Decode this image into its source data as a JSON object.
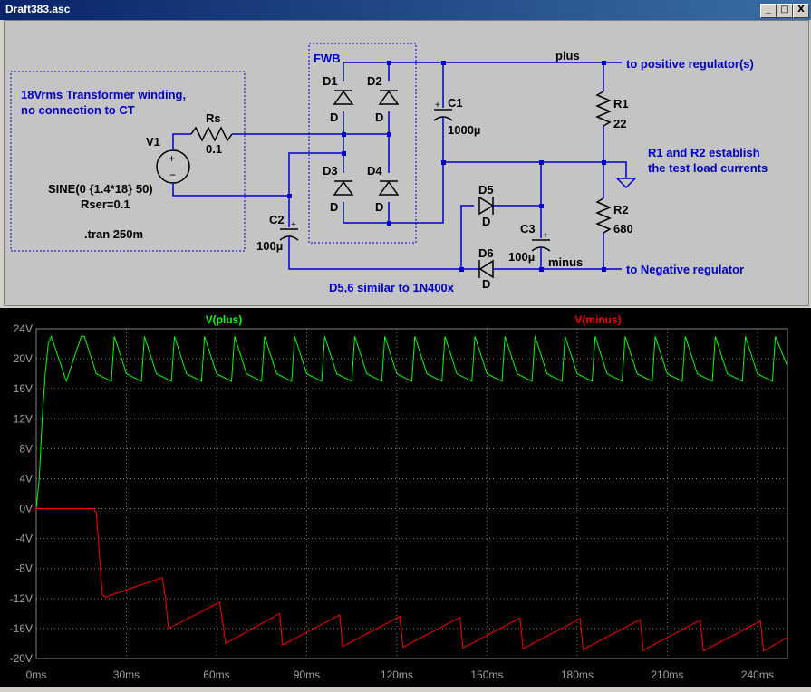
{
  "window": {
    "title": "Draft383.asc",
    "btn_min": "_",
    "btn_max": "□",
    "btn_close": "X"
  },
  "schematic": {
    "transformer_box_text_1": "18Vrms Transformer winding,",
    "transformer_box_text_2": "no connection to CT",
    "v1_label": "V1",
    "v1_value_1": "SINE(0 {1.4*18} 50)",
    "v1_value_2": "Rser=0.1",
    "tran_directive": ".tran 250m",
    "rs_label": "Rs",
    "rs_value": "0.1",
    "fwb_label": "FWB",
    "d1_label": "D1",
    "d2_label": "D2",
    "d3_label": "D3",
    "d4_label": "D4",
    "d5_label": "D5",
    "d6_label": "D6",
    "diode_model": "D",
    "c1_label": "C1",
    "c1_value": "1000µ",
    "c2_label": "C2",
    "c2_value": "100µ",
    "c3_label": "C3",
    "c3_value": "100µ",
    "r1_label": "R1",
    "r1_value": "22",
    "r2_label": "R2",
    "r2_value": "680",
    "plus_net": "plus",
    "minus_net": "minus",
    "to_positive": "to positive regulator(s)",
    "to_negative": "to Negative regulator",
    "note_r1r2_1": "R1 and R2 establish",
    "note_r1r2_2": "the test load currents",
    "note_d56": "D5,6 similar to 1N400x"
  },
  "chart_data": {
    "type": "line",
    "title": "",
    "xlabel": "",
    "ylabel": "",
    "xlim": [
      0,
      250
    ],
    "ylim": [
      -20,
      24
    ],
    "x_ticks": [
      0,
      30,
      60,
      90,
      120,
      150,
      180,
      210,
      240
    ],
    "x_tick_labels": [
      "0ms",
      "30ms",
      "60ms",
      "90ms",
      "120ms",
      "150ms",
      "180ms",
      "210ms",
      "240ms"
    ],
    "y_ticks": [
      24,
      20,
      16,
      12,
      8,
      4,
      0,
      -4,
      -8,
      -12,
      -16,
      -20
    ],
    "y_tick_labels": [
      "24V",
      "20V",
      "16V",
      "12V",
      "8V",
      "4V",
      "0V",
      "-4V",
      "-8V",
      "-12V",
      "-16V",
      "-20V"
    ],
    "grid": true,
    "background": "#000000",
    "series": [
      {
        "name": "V(plus)",
        "color": "#00ff00",
        "x": [
          0,
          1,
          2,
          3,
          4,
          5,
          10,
          15,
          16,
          20,
          25,
          26,
          30,
          35,
          36,
          40,
          45,
          46,
          50,
          55,
          56,
          60,
          65,
          66,
          70,
          75,
          76,
          80,
          85,
          86,
          90,
          95,
          96,
          100,
          105,
          106,
          110,
          115,
          116,
          120,
          125,
          126,
          130,
          135,
          136,
          140,
          145,
          146,
          150,
          155,
          156,
          160,
          165,
          166,
          170,
          175,
          176,
          180,
          185,
          186,
          190,
          195,
          196,
          200,
          205,
          206,
          210,
          215,
          216,
          220,
          225,
          226,
          230,
          235,
          236,
          240,
          245,
          246,
          250
        ],
        "y": [
          0,
          4,
          12,
          18,
          22,
          23,
          17,
          23,
          23,
          18,
          17,
          23,
          18,
          17,
          23,
          18,
          17,
          23,
          18,
          17,
          23,
          18,
          17,
          23,
          18,
          17,
          23,
          18,
          17,
          23,
          18,
          17,
          23,
          18,
          17,
          23,
          18,
          17,
          23,
          18,
          17,
          23,
          18,
          17,
          23,
          18,
          17,
          23,
          18,
          17,
          23,
          18,
          17,
          23,
          18,
          17,
          23,
          18,
          17,
          23,
          18,
          17,
          23,
          18,
          17,
          23,
          18,
          17,
          23,
          18,
          17,
          23,
          18,
          17,
          23,
          18,
          17,
          23,
          19
        ]
      },
      {
        "name": "V(minus)",
        "color": "#ff0000",
        "x": [
          0,
          19,
          20,
          21,
          22,
          23,
          42,
          43,
          44,
          61,
          62,
          63,
          81,
          82,
          101,
          102,
          121,
          122,
          141,
          142,
          161,
          162,
          181,
          182,
          201,
          202,
          221,
          222,
          241,
          242,
          250
        ],
        "y": [
          0,
          0,
          -0.5,
          -6,
          -11.5,
          -11.8,
          -9.2,
          -12,
          -16,
          -12.5,
          -15,
          -18,
          -14,
          -18.2,
          -14.2,
          -18.4,
          -14.4,
          -18.5,
          -14.5,
          -18.6,
          -14.6,
          -18.7,
          -14.7,
          -18.8,
          -14.8,
          -18.9,
          -14.9,
          -19,
          -15,
          -19,
          -17.2
        ]
      }
    ]
  }
}
